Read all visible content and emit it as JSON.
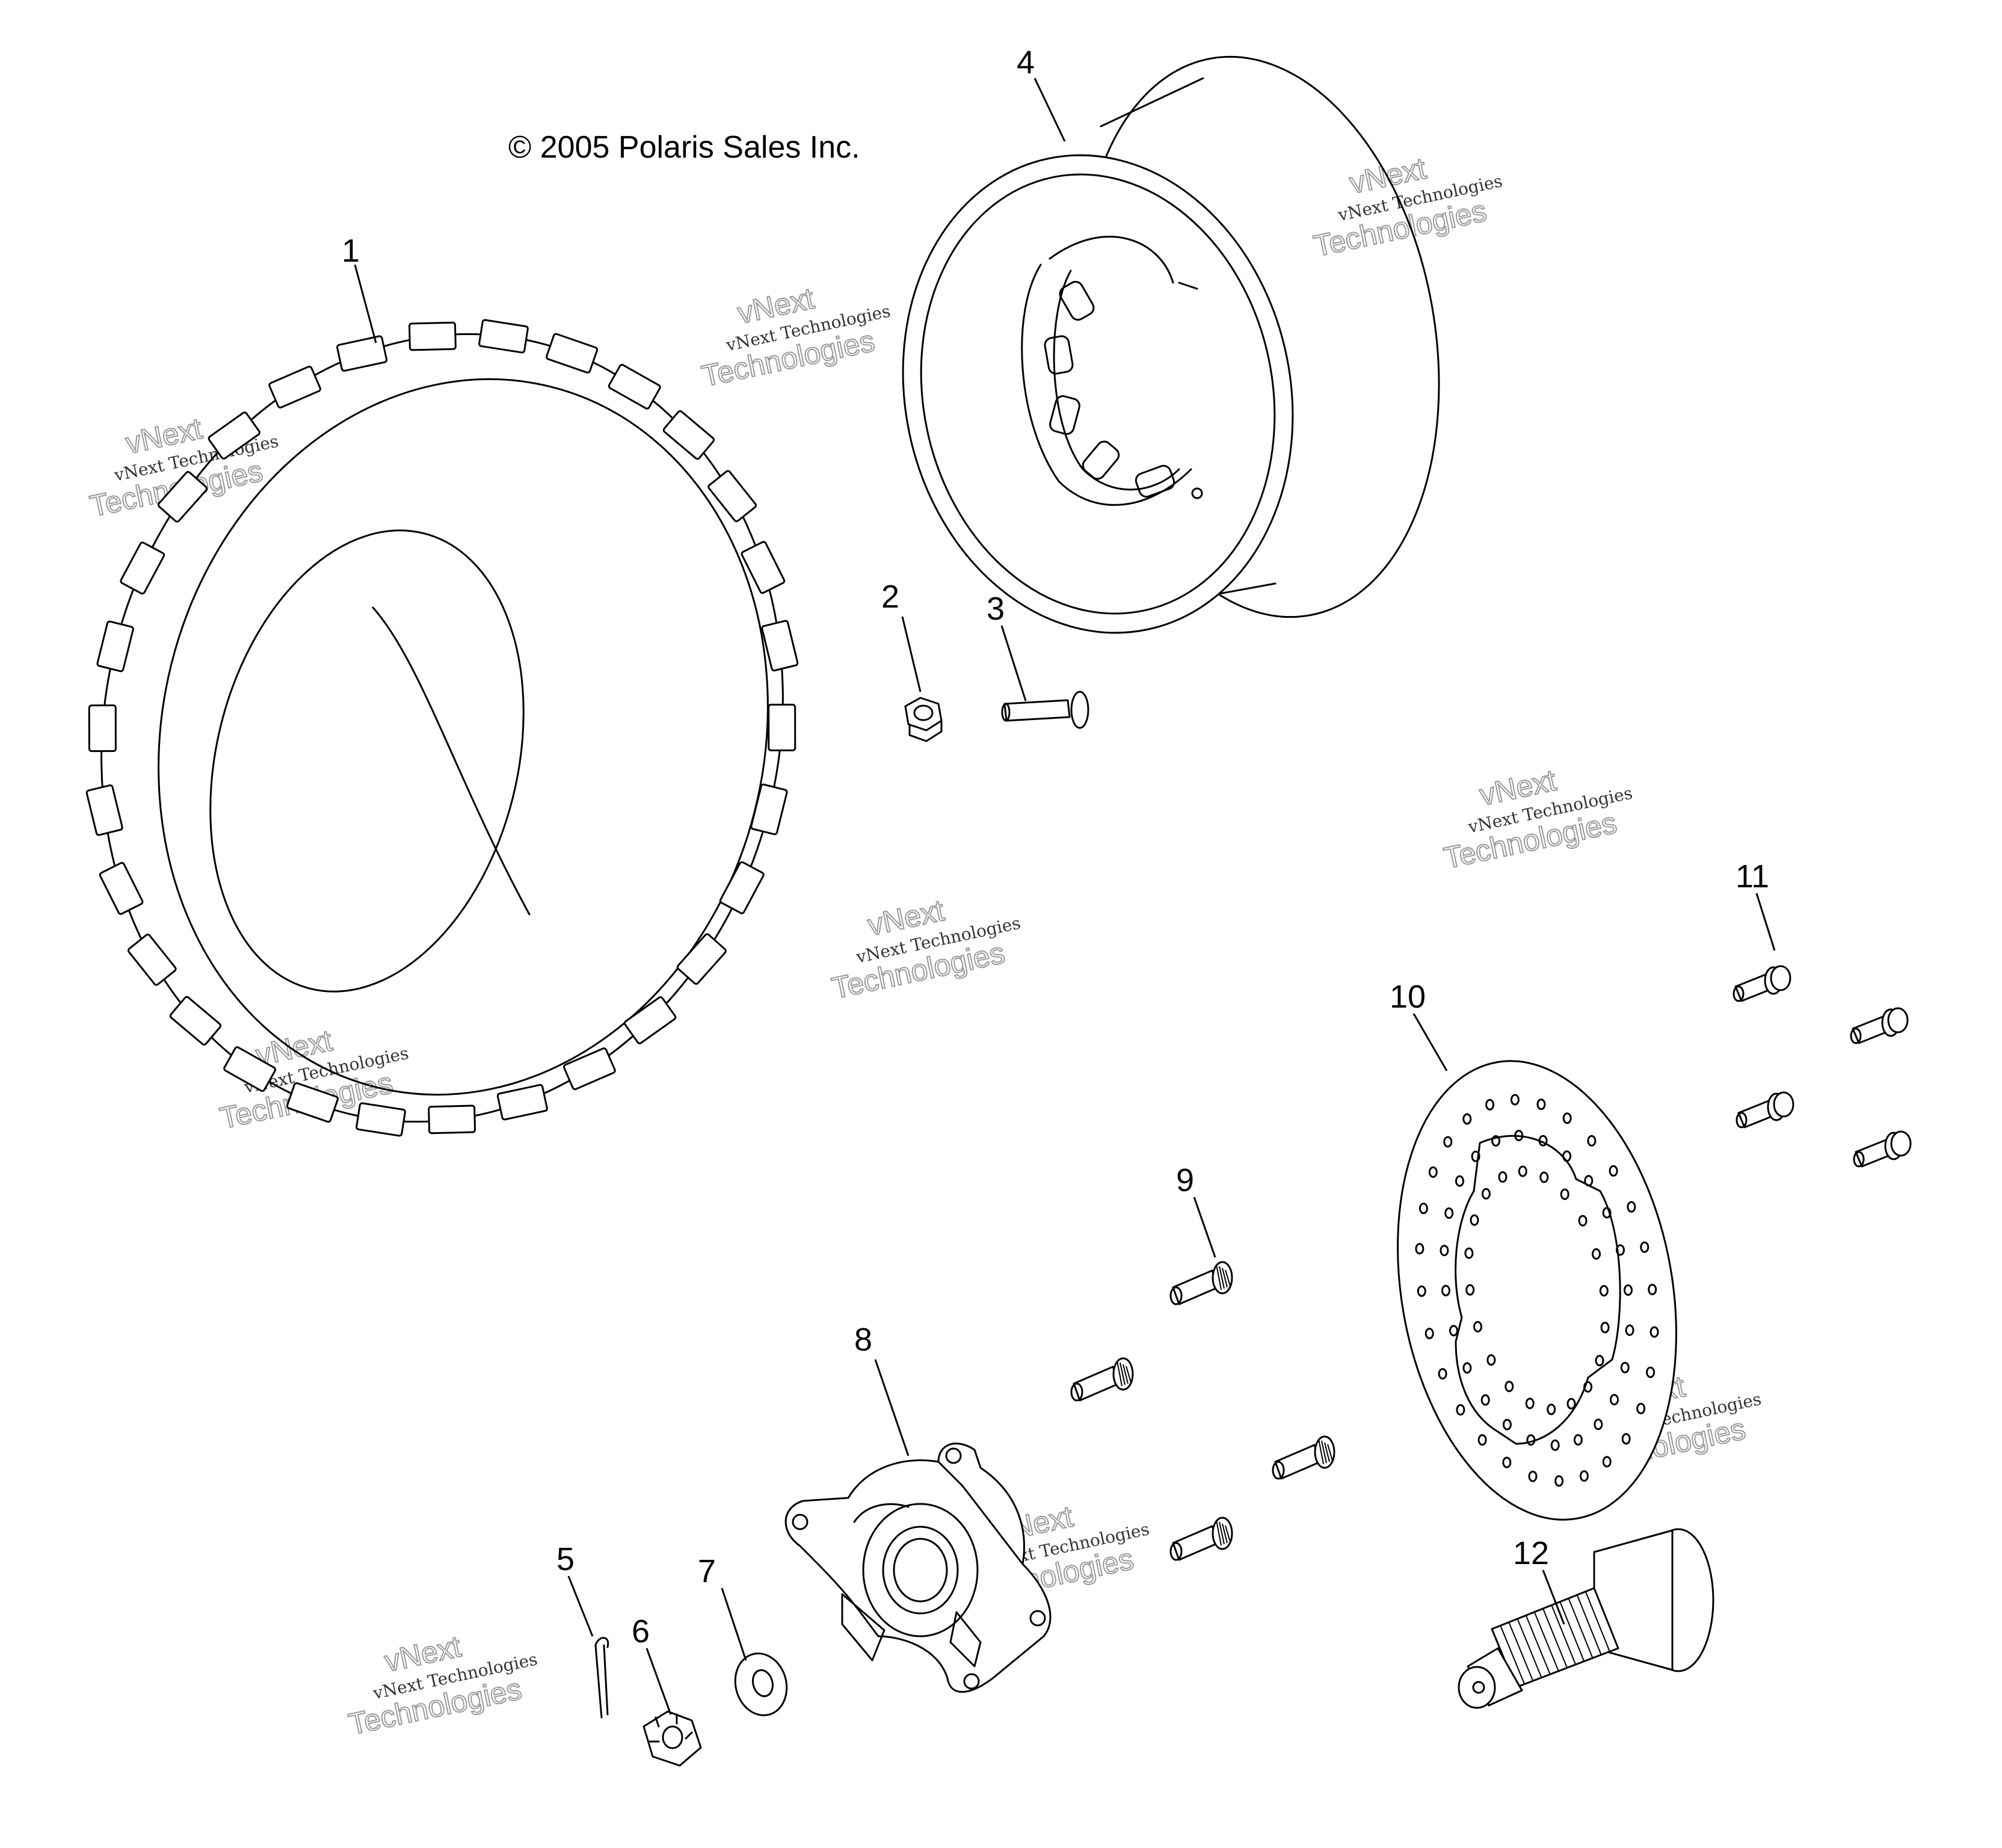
{
  "copyright": "© 2005 Polaris Sales Inc.",
  "watermark": {
    "company_small": "vNext Technologies",
    "brand_outline_1": "vNext",
    "brand_outline_2": "Technologies"
  },
  "callouts": [
    "1",
    "2",
    "3",
    "4",
    "5",
    "6",
    "7",
    "8",
    "9",
    "10",
    "11",
    "12"
  ]
}
